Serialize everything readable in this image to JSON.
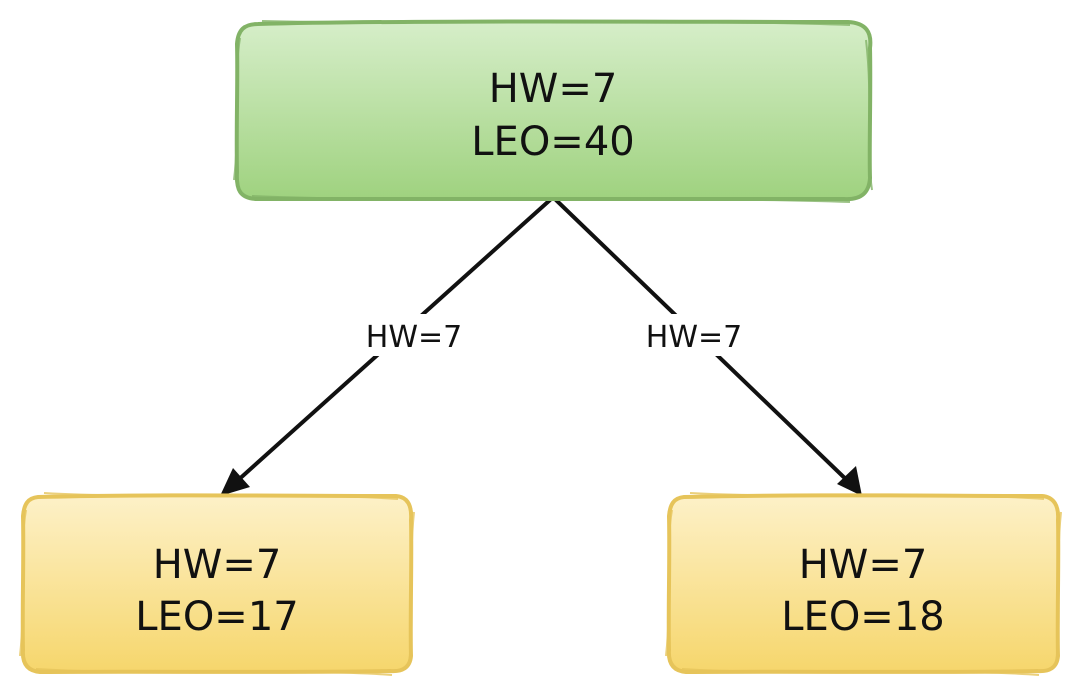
{
  "colors": {
    "root_fill": "#b9e0a5",
    "root_stroke": "#82b366",
    "child_fill": "#fbe29a",
    "child_stroke": "#e6c45a",
    "edge": "#111111",
    "text": "#111111"
  },
  "nodes": {
    "root": {
      "line1": "HW=7",
      "line2": "LEO=40"
    },
    "left": {
      "line1": "HW=7",
      "line2": "LEO=17"
    },
    "right": {
      "line1": "HW=7",
      "line2": "LEO=18"
    }
  },
  "edges": {
    "left": {
      "label": "HW=7"
    },
    "right": {
      "label": "HW=7"
    }
  }
}
